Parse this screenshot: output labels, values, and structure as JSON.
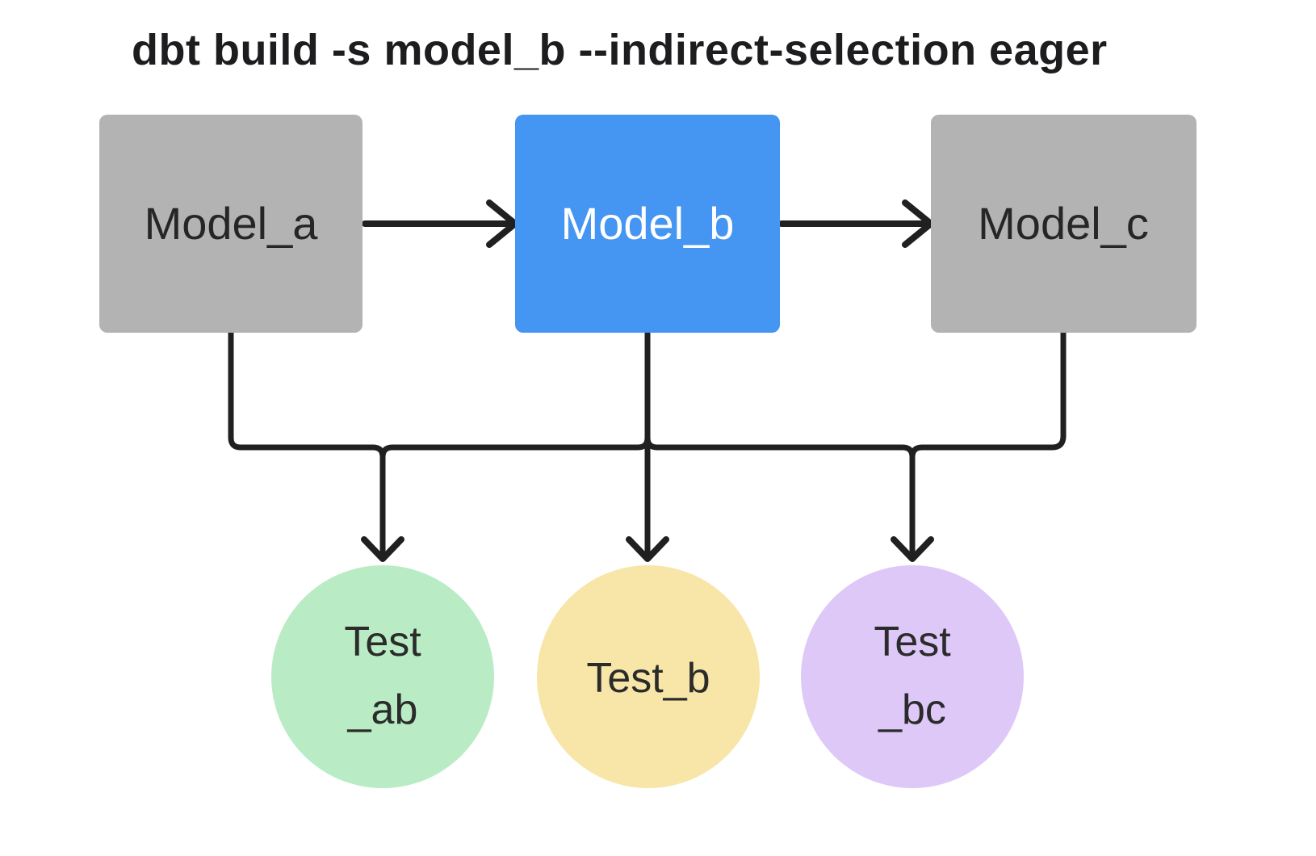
{
  "title": "dbt build -s model_b --indirect-selection eager",
  "colors": {
    "background": "#ffffff",
    "line": "#202020",
    "title_text": "#1d1d1f"
  },
  "nodes": {
    "models": [
      {
        "label": "Model_a",
        "fill": "#b3b3b3",
        "text_color": "#262626"
      },
      {
        "label": "Model_b",
        "fill": "#4595f3",
        "text_color": "#ffffff"
      },
      {
        "label": "Model_c",
        "fill": "#b3b3b3",
        "text_color": "#262626"
      }
    ],
    "tests": [
      {
        "line1": "Test",
        "line2": "_ab",
        "fill": "#b9ecc4",
        "text_color": "#2b2b2b"
      },
      {
        "line1": "Test_b",
        "line2": "",
        "fill": "#f8e6a8",
        "text_color": "#2b2b2b"
      },
      {
        "line1": "Test",
        "line2": "_bc",
        "fill": "#dec8f8",
        "text_color": "#2b2b2b"
      }
    ]
  },
  "edges": [
    {
      "from": "Model_a",
      "to": "Model_b"
    },
    {
      "from": "Model_b",
      "to": "Model_c"
    },
    {
      "from": "Model_a, Model_b",
      "to": "Test_ab"
    },
    {
      "from": "Model_b",
      "to": "Test_b"
    },
    {
      "from": "Model_b, Model_c",
      "to": "Test_bc"
    }
  ]
}
